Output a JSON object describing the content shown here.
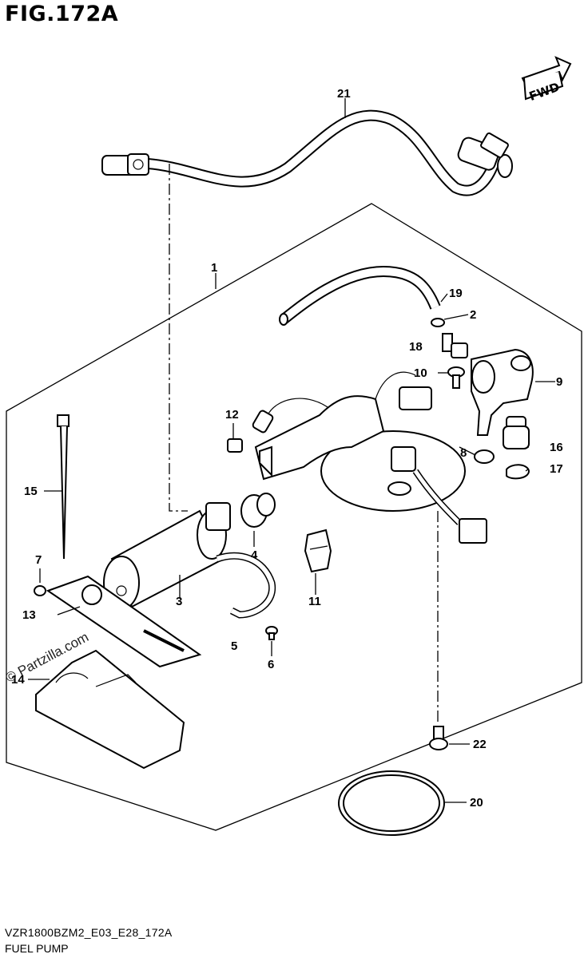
{
  "header": {
    "figure_title": "FIG.172A"
  },
  "badge": {
    "fwd_label": "FWD"
  },
  "footer": {
    "model_code": "VZR1800BZM2_E03_E28_172A",
    "section_name": "FUEL PUMP"
  },
  "watermark": {
    "text": "© Partzilla.com"
  },
  "callouts": {
    "c1": "1",
    "c2": "2",
    "c3": "3",
    "c4": "4",
    "c5": "5",
    "c6": "6",
    "c7": "7",
    "c8": "8",
    "c9": "9",
    "c10": "10",
    "c11": "11",
    "c12": "12",
    "c13": "13",
    "c14": "14",
    "c15": "15",
    "c16": "16",
    "c17": "17",
    "c18": "18",
    "c19": "19",
    "c20": "20",
    "c21": "21",
    "c22": "22"
  }
}
